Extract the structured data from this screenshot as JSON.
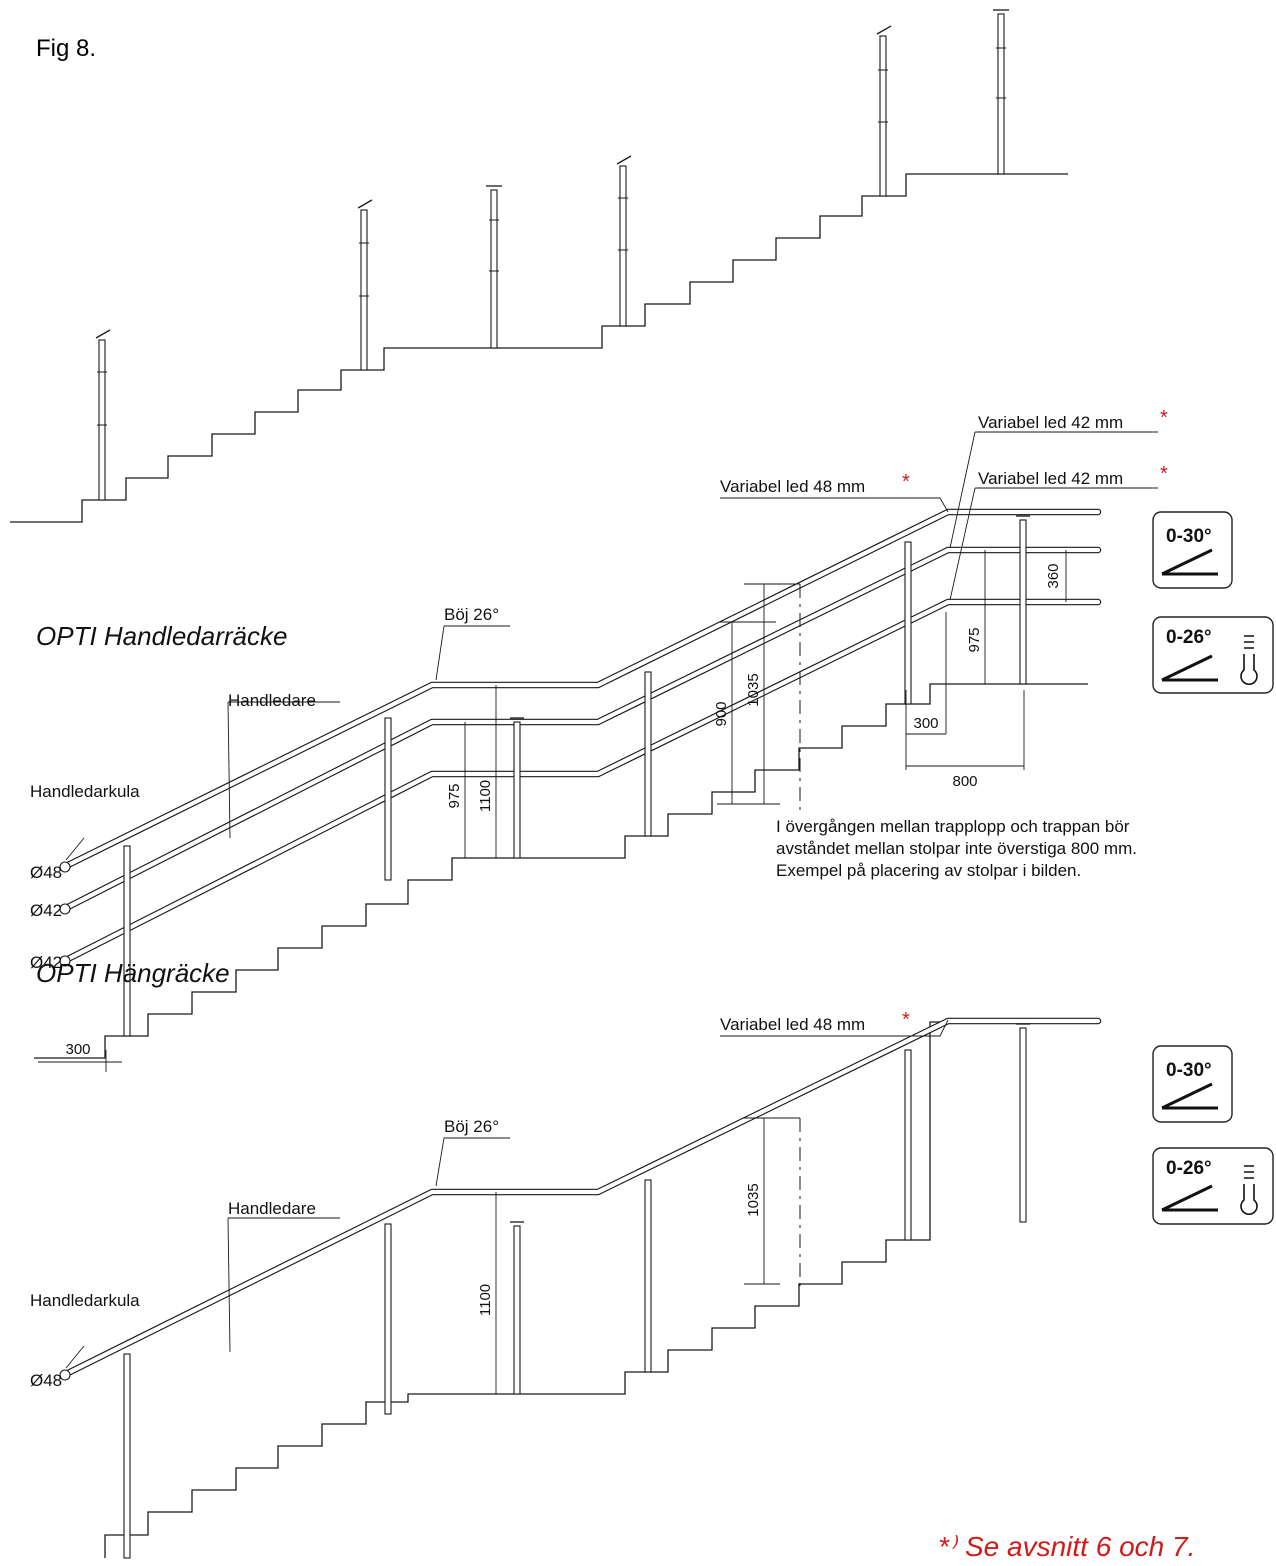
{
  "fig_label": "Fig 8.",
  "section1": {
    "title": "OPTI Handledarräcke",
    "labels": {
      "bend": "Böj 26°",
      "handrail": "Handledare",
      "handrail_ball": "Handledarkula",
      "joint48": "Variabel led 48 mm",
      "joint42a": "Variabel led 42 mm",
      "joint42b": "Variabel led 42 mm",
      "d1": "Ø48",
      "d2": "Ø42",
      "d3": "Ø42"
    },
    "dims": {
      "h975_left": "975",
      "h1100_left": "1100",
      "h900": "900",
      "h1035": "1035",
      "h975_right": "975",
      "h360": "360",
      "w300_right": "300",
      "w800": "800",
      "w300_left": "300"
    },
    "note_lines": [
      "I övergången mellan trapplopp och trappan bör",
      "avståndet mellan stolpar inte överstiga 800 mm.",
      "Exempel på placering av stolpar i bilden."
    ],
    "badges": [
      "0-30°",
      "0-26°"
    ]
  },
  "section2": {
    "title": "OPTI Hängräcke",
    "labels": {
      "bend": "Böj 26°",
      "handrail": "Handledare",
      "handrail_ball": "Handledarkula",
      "joint48": "Variabel led 48 mm",
      "d1": "Ø48"
    },
    "dims": {
      "h1100": "1100",
      "h1035": "1035"
    },
    "badges": [
      "0-30°",
      "0-26°"
    ]
  },
  "asterisk": "*",
  "footnote_mark": "*⁾",
  "footnote_text": "Se avsnitt 6 och 7."
}
